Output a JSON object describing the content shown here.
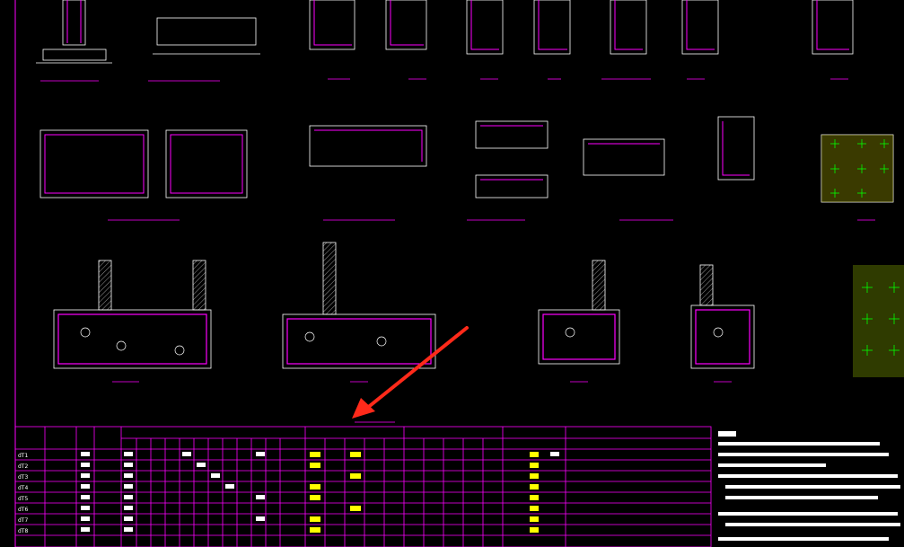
{
  "table": {
    "header_left": "",
    "rows": [
      {
        "id": "dT1"
      },
      {
        "id": "dT2"
      },
      {
        "id": "dT3"
      },
      {
        "id": "dT4"
      },
      {
        "id": "dT5"
      },
      {
        "id": "dT6"
      },
      {
        "id": "dT7"
      },
      {
        "id": "dT8"
      }
    ]
  },
  "notes": {
    "title": "说明："
  },
  "colors": {
    "line": "#ffffff",
    "magenta": "#ff00ff",
    "yellow": "#ffff00",
    "green": "#00ff00",
    "arrow": "#ff2a1a",
    "background": "#000000"
  }
}
